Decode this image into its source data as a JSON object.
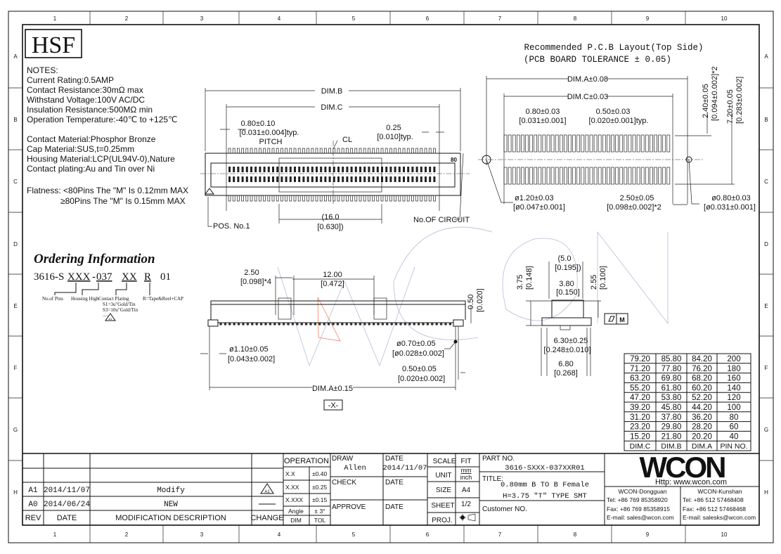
{
  "grid": {
    "columns": [
      "1",
      "2",
      "3",
      "4",
      "5",
      "6",
      "7",
      "8",
      "9",
      "10"
    ],
    "rows": [
      "A",
      "B",
      "C",
      "D",
      "E",
      "F",
      "G",
      "H"
    ]
  },
  "logo_text": "HSF",
  "notes": {
    "heading": "NOTES:",
    "electrical": [
      "Current Rating:0.5AMP",
      "Contact Resistance:30mΩ max",
      "Withstand Voltage:100V AC/DC",
      "Insulation Resistance:500MΩ min",
      "Operation Temperature:-40℃ to +125℃"
    ],
    "materials": [
      "Contact Material:Phosphor Bronze",
      "Cap Material:SUS,t=0.25mm",
      "Housing Material:LCP(UL94V-0),Nature",
      "Contact plating:Au and Tin over Ni"
    ],
    "flatness": [
      "Flatness: <80Pins The \"M\" Is 0.12mm MAX",
      "≥80Pins The \"M\" Is 0.15mm MAX"
    ]
  },
  "ordering": {
    "title": "Ordering Information",
    "code_parts": [
      "3616-S",
      "XXX",
      "-",
      "037",
      "XX",
      "R",
      "01"
    ],
    "labels": {
      "pins": "No.of Pins",
      "housing": "Housing High",
      "plating": "Contact Plating",
      "s1": "S1=3u\"Gold/Tin",
      "s3": "S3=10u\"Gold/Tin",
      "more": ".....",
      "reel": "R=Tape&Reel+CAP",
      "rev_mark": "A1"
    }
  },
  "top_view": {
    "dim_b": "DIM.B",
    "dim_c": "DIM.C",
    "pitch_1": "0.80±0.10",
    "pitch_2": "[0.031±0.004]typ.",
    "pitch_3": "PITCH",
    "width_1": "0.25",
    "width_2": "[0.010]typ.",
    "centerline": "CL",
    "span_1": "(16.0",
    "span_2": "[0.630])",
    "pos1": "POS. No.1",
    "circuit": "No.OF CIRCUIT",
    "end_pin": "80"
  },
  "pcb_layout": {
    "title": "Recommended P.C.B Layout(Top Side)",
    "subtitle": "(PCB BOARD TOLERANCE ± 0.05)",
    "dim_a": "DIM.A±0.08",
    "dim_c": "DIM.C±0.03",
    "pitch_1": "0.80±0.03",
    "pitch_2": "[0.031±0.001]",
    "pad_1": "0.50±0.03",
    "pad_2": "[0.020±0.001]typ.",
    "h1_1": "2.40±0.05",
    "h1_2": "[0.094±0.002]*2",
    "h2_1": "7.20±0.05",
    "h2_2": "[0.283±0.002]",
    "hole1_1": "ø1.20±0.03",
    "hole1_2": "[ø0.047±0.001]",
    "off_1": "2.50±0.05",
    "off_2": "[0.098±0.002]*2",
    "hole2_1": "ø0.80±0.03",
    "hole2_2": "[ø0.031±0.001]"
  },
  "front_view": {
    "a_1": "2.50",
    "a_2": "[0.098]*4",
    "b_1": "12.00",
    "b_2": "[0.472]",
    "c_1": "0.50",
    "c_2": "[0.020]",
    "peg_1": "ø1.10±0.05",
    "peg_2": "[0.043±0.002]",
    "post_1": "ø0.70±0.05",
    "post_2": "[ø0.028±0.002]",
    "lead_1": "0.50±0.05",
    "lead_2": "[0.020±0.002]",
    "dim_a": "DIM.A±0.15",
    "datum": "-X-"
  },
  "side_view": {
    "w1_1": "(5.0",
    "w1_2": "[0.195])",
    "w2_1": "3.80",
    "w2_2": "[0.150]",
    "h1_1": "3.75",
    "h1_2": "[0.148]",
    "h2_1": "2.55",
    "h2_2": "[0.100]",
    "w3_1": "6.30±0.25",
    "w3_2": "[0.248±0.010]",
    "w4_1": "6.80",
    "w4_2": "[0.268]",
    "flatness_ref": "M"
  },
  "dim_table": {
    "headers": [
      "DIM.C",
      "DIM.B",
      "DIM.A",
      "PIN NO."
    ],
    "rows": [
      [
        "79.20",
        "85.80",
        "84.20",
        "200"
      ],
      [
        "71.20",
        "77.80",
        "76.20",
        "180"
      ],
      [
        "63.20",
        "69.80",
        "68.20",
        "160"
      ],
      [
        "55.20",
        "61.80",
        "60.20",
        "140"
      ],
      [
        "47.20",
        "53.80",
        "52.20",
        "120"
      ],
      [
        "39.20",
        "45.80",
        "44.20",
        "100"
      ],
      [
        "31.20",
        "37.80",
        "36.20",
        "80"
      ],
      [
        "23.20",
        "29.80",
        "28.20",
        "60"
      ],
      [
        "15.20",
        "21.80",
        "20.20",
        "40"
      ]
    ]
  },
  "revisions": {
    "rows": [
      {
        "rev": "A1",
        "date": "2014/11/07",
        "desc": "Modify",
        "change": "A1"
      },
      {
        "rev": "A0",
        "date": "2014/06/24",
        "desc": "NEW",
        "change": ""
      }
    ],
    "headers": {
      "rev": "REV",
      "date": "DATE",
      "desc": "MODIFICATION DESCRIPTION",
      "change": "CHANGE"
    }
  },
  "tolerance": {
    "title": "OPERATION",
    "rows": [
      [
        "X.X",
        "±0.40"
      ],
      [
        "X.XX",
        "±0.25"
      ],
      [
        "X.XXX",
        "±0.15"
      ],
      [
        "Angle",
        "± 3°"
      ]
    ],
    "footer": [
      "DIM",
      "TOL"
    ]
  },
  "approvals": {
    "draw_label": "DRAW",
    "draw_value": "Allen",
    "draw_date_label": "DATE",
    "draw_date": "2014/11/07",
    "check_label": "CHECK",
    "check_date_label": "DATE",
    "approve_label": "APPROVE",
    "approve_date_label": "DATE"
  },
  "sheet_info": {
    "scale_label": "SCALE",
    "scale": "FIT",
    "unit_label": "UNIT",
    "unit_1": "mm",
    "unit_2": "inch",
    "size_label": "SIZE",
    "size": "A4",
    "sheet_label": "SHEET",
    "sheet": "1/2",
    "proj_label": "PROJ."
  },
  "part": {
    "part_no_label": "PART NO.",
    "part_no": "3616-SXXX-037XXR01",
    "title_label": "TITLE:",
    "title_1": "0.80mm B TO B Female",
    "title_2": "H=3.75 \"T\" TYPE SMT",
    "customer_label": "Customer NO."
  },
  "company": {
    "logo": "WCON",
    "url": "Http: www.wcon.com",
    "dongguan": {
      "name": "WCON-Dongguan",
      "tel": "Tel: +86 769 85358920",
      "fax": "Fax: +86 769 85358915",
      "email": "E-mail: sales@wcon.com"
    },
    "kunshan": {
      "name": "WCON-Kunshan",
      "tel": "Tel: +86 512 57468408",
      "fax": "Fax: +86 512 57468468",
      "email": "E-mail: salesks@wcon.com"
    }
  },
  "watermark": "WCON"
}
